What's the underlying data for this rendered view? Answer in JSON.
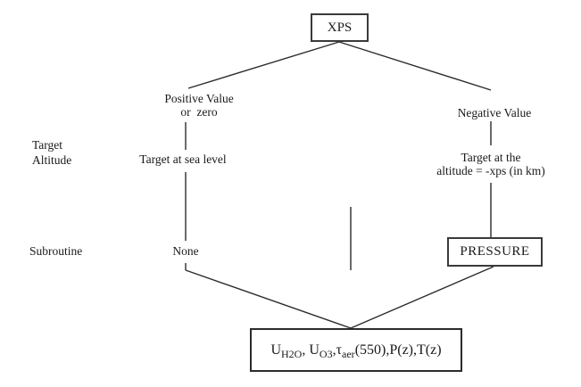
{
  "diagram": {
    "title_hint": "XPS parameter decision flowchart",
    "line_color": "#2b2b2b",
    "root_box_label": "XPS",
    "row_labels": {
      "target_altitude": "Target\nAltitude",
      "subroutine": "Subroutine"
    },
    "left_branch": {
      "condition": "Positive Value\nor  zero",
      "target_altitude": "Target at sea level",
      "subroutine": "None"
    },
    "right_branch": {
      "condition": "Negative Value",
      "target_altitude": "Target at the\naltitude = -xps (in km)",
      "subroutine_box_label": "PRESSURE"
    },
    "output_box": {
      "p1": "U",
      "s1": "H2O",
      "p2": ", U",
      "s2": "O3",
      "p3": ",τ",
      "s3": "aer",
      "p4": "(550),P(z),T(z)"
    }
  }
}
